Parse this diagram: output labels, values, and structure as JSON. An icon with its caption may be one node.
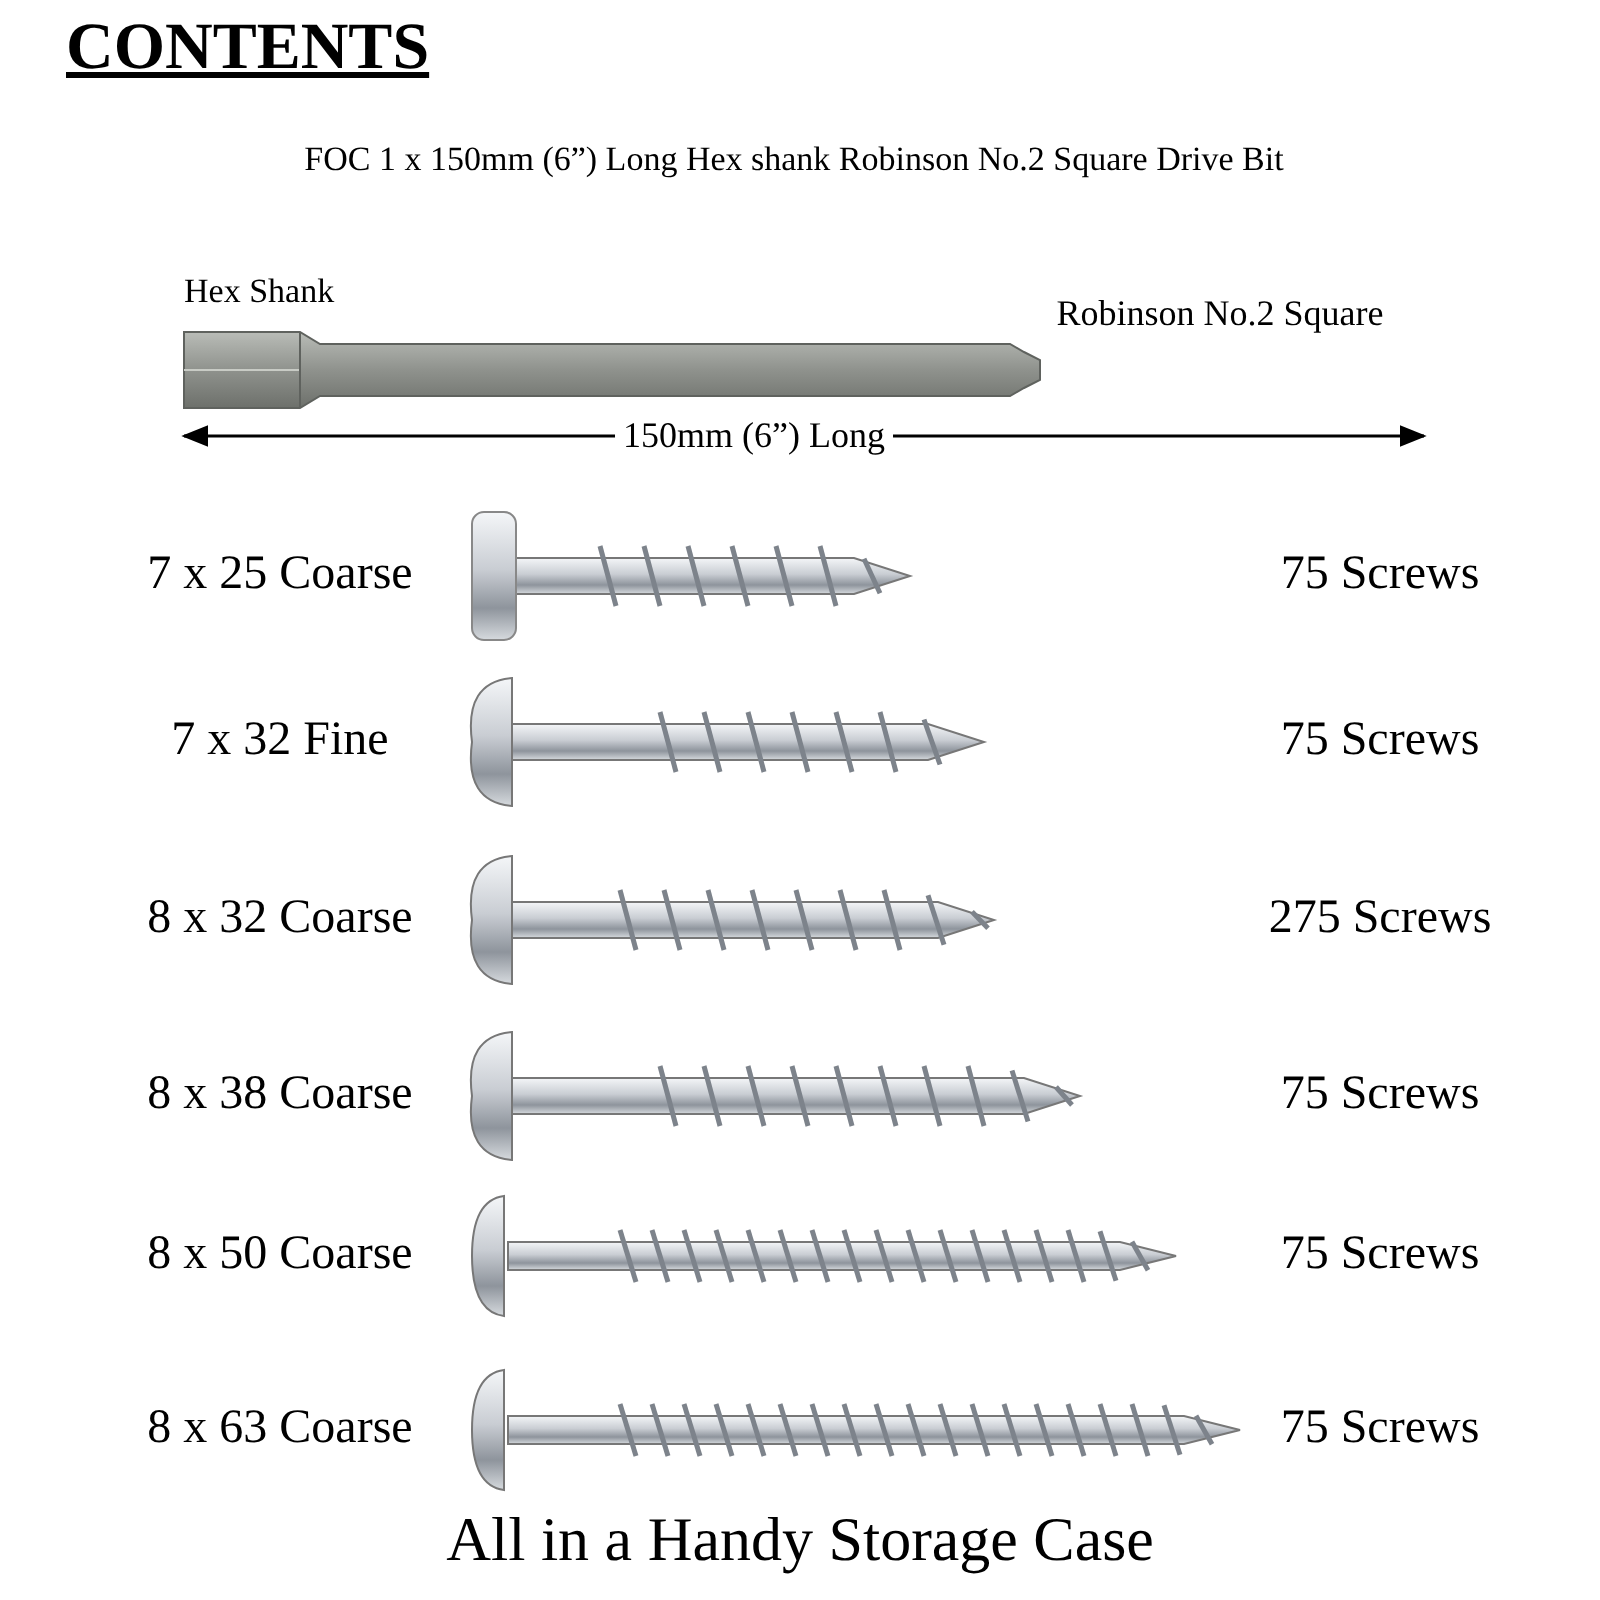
{
  "diagram": {
    "title": "CONTENTS",
    "labels": [
      "FOC 1 x 150mm (6”) Long Hex shank Robinson No.2 Square Drive Bit",
      "Hex Shank",
      "Robinson No.2 Square",
      "150mm (6”) Long",
      "7 x 25 Coarse",
      "75 Screws",
      "7 x 32 Fine",
      "75 Screws",
      "8 x 32 Coarse",
      "275 Screws",
      "8 x 38 Coarse",
      "75 Screws",
      "8 x 50 Coarse",
      "75 Screws",
      "8 x 63 Coarse",
      "75 Screws"
    ],
    "caption": "All in a Handy Storage Case"
  }
}
